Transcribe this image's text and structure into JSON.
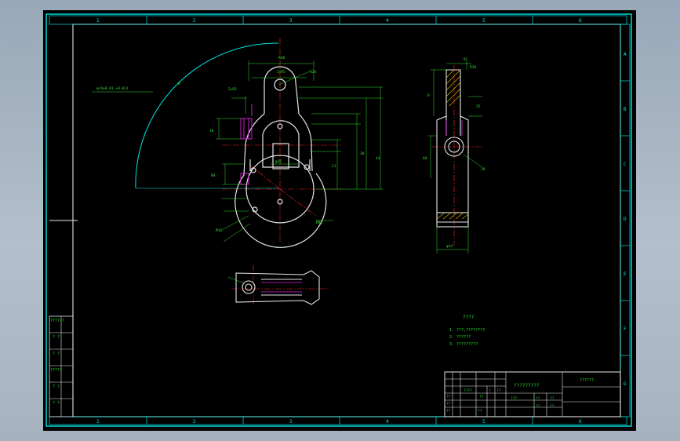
{
  "drawing": {
    "col_numbers": [
      "1",
      "2",
      "3",
      "4",
      "5",
      "6"
    ],
    "row_letters": [
      "A",
      "B",
      "C",
      "D",
      "E",
      "F",
      "G"
    ],
    "left_strip": [
      "??????",
      "? ?",
      "? ?",
      "?????",
      "? ?",
      "? ?"
    ],
    "notes_title": "????",
    "notes": [
      "1. ???,????????",
      "2. ??????",
      "3. ?????????"
    ],
    "title_block": {
      "part_name": "?????????",
      "drawing_no": "??????",
      "cells": [
        "????",
        "??",
        "??",
        "?",
        "??",
        "??",
        "???",
        "??",
        "??",
        "??",
        "??",
        "??",
        "??"
      ]
    },
    "dims": {
      "top_view": [
        "R48",
        "2×R5",
        "R24",
        "2×R2",
        "φ36",
        "44",
        "30",
        "21",
        "18",
        "R8",
        "R88",
        "M16"
      ],
      "side_view": [
        "8",
        "R30",
        "8",
        "25",
        "60",
        "20",
        "φ14"
      ],
      "tolerance": "φ14±0.01  +0.011",
      "r_label": "R"
    }
  },
  "colors": {
    "frame": "#00e6e6",
    "geometry": "#e6e6e6",
    "dimension": "#2fe02f",
    "center": "#ff2020",
    "hidden": "#e020e0",
    "hatch": "#e6c000",
    "background": "#000000"
  }
}
